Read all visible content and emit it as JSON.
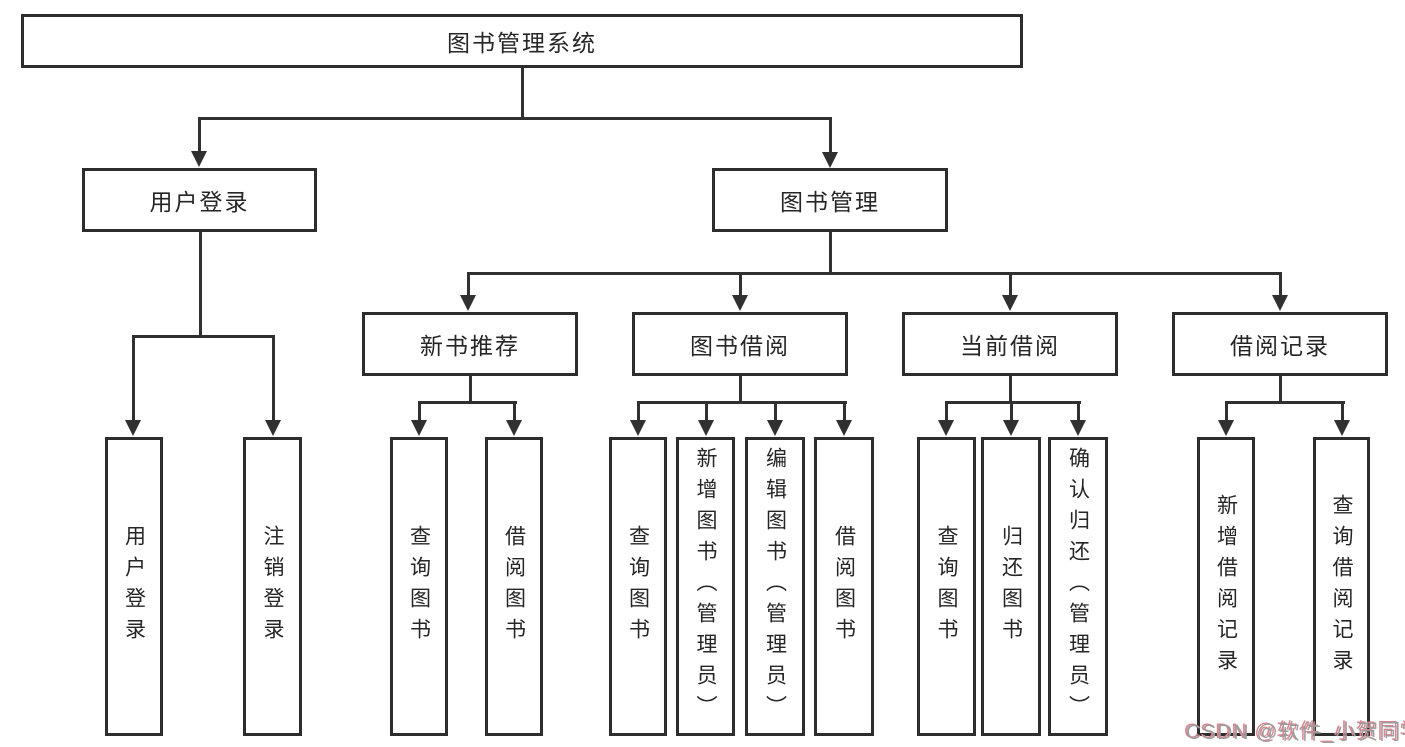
{
  "diagram": {
    "type": "tree",
    "title": "图书管理系统",
    "tree": {
      "label": "图书管理系统",
      "children": [
        {
          "label": "用户登录",
          "children": [
            {
              "label": "用户登录"
            },
            {
              "label": "注销登录"
            }
          ]
        },
        {
          "label": "图书管理",
          "children": [
            {
              "label": "新书推荐",
              "children": [
                {
                  "label": "查询图书"
                },
                {
                  "label": "借阅图书"
                }
              ]
            },
            {
              "label": "图书借阅",
              "children": [
                {
                  "label": "查询图书"
                },
                {
                  "label": "新增图书（管理员）"
                },
                {
                  "label": "编辑图书（管理员）"
                },
                {
                  "label": "借阅图书"
                }
              ]
            },
            {
              "label": "当前借阅",
              "children": [
                {
                  "label": "查询图书"
                },
                {
                  "label": "归还图书"
                },
                {
                  "label": "确认归还（管理员）"
                }
              ]
            },
            {
              "label": "借阅记录",
              "children": [
                {
                  "label": "新增借阅记录"
                },
                {
                  "label": "查询借阅记录"
                }
              ]
            }
          ]
        }
      ]
    },
    "watermark": "CSDN @软件_小贺同学"
  },
  "colors": {
    "line": "#303030",
    "border": "#2d2d2d",
    "text": "#262626",
    "background": "#ffffff",
    "watermark_text": "#9c9c9c",
    "watermark_shadow": "#e08490"
  }
}
